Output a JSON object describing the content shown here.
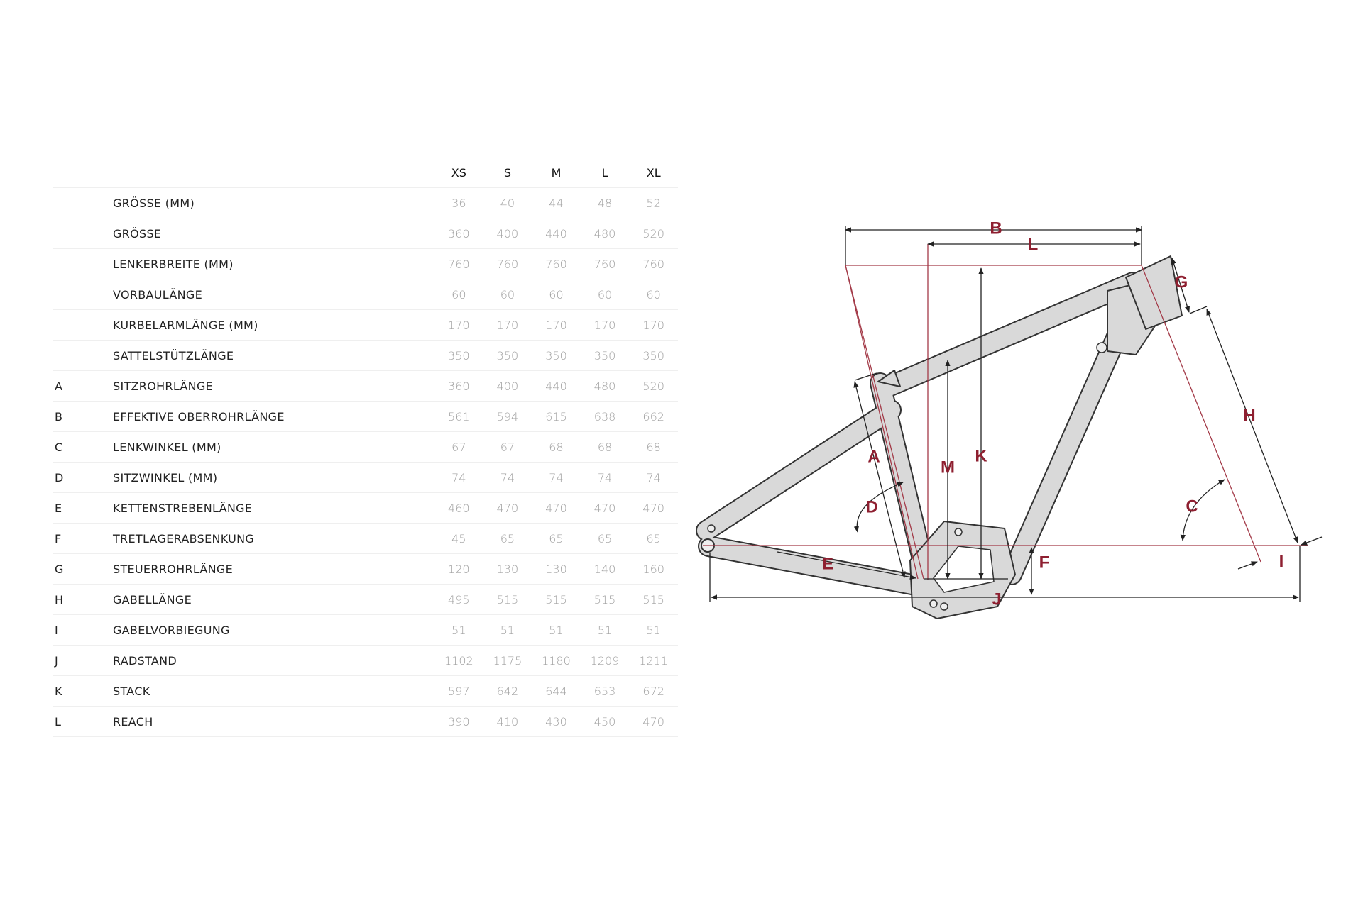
{
  "table": {
    "sizes": [
      "XS",
      "S",
      "M",
      "L",
      "XL"
    ],
    "rows": [
      {
        "letter": "",
        "label": "GRÖSSE (MM)",
        "values": [
          "36",
          "40",
          "44",
          "48",
          "52"
        ]
      },
      {
        "letter": "",
        "label": "GRÖSSE",
        "values": [
          "360",
          "400",
          "440",
          "480",
          "520"
        ]
      },
      {
        "letter": "",
        "label": "LENKERBREITE (MM)",
        "values": [
          "760",
          "760",
          "760",
          "760",
          "760"
        ]
      },
      {
        "letter": "",
        "label": "VORBAULÄNGE",
        "values": [
          "60",
          "60",
          "60",
          "60",
          "60"
        ]
      },
      {
        "letter": "",
        "label": "KURBELARMLÄNGE (MM)",
        "values": [
          "170",
          "170",
          "170",
          "170",
          "170"
        ]
      },
      {
        "letter": "",
        "label": "SATTELSTÜTZLÄNGE",
        "values": [
          "350",
          "350",
          "350",
          "350",
          "350"
        ]
      },
      {
        "letter": "A",
        "label": "SITZROHRLÄNGE",
        "values": [
          "360",
          "400",
          "440",
          "480",
          "520"
        ]
      },
      {
        "letter": "B",
        "label": "EFFEKTIVE OBERROHRLÄNGE",
        "values": [
          "561",
          "594",
          "615",
          "638",
          "662"
        ]
      },
      {
        "letter": "C",
        "label": "LENKWINKEL (MM)",
        "values": [
          "67",
          "67",
          "68",
          "68",
          "68"
        ]
      },
      {
        "letter": "D",
        "label": "SITZWINKEL (MM)",
        "values": [
          "74",
          "74",
          "74",
          "74",
          "74"
        ]
      },
      {
        "letter": "E",
        "label": "KETTENSTREBENLÄNGE",
        "values": [
          "460",
          "470",
          "470",
          "470",
          "470"
        ]
      },
      {
        "letter": "F",
        "label": "TRETLAGERABSENKUNG",
        "values": [
          "45",
          "65",
          "65",
          "65",
          "65"
        ]
      },
      {
        "letter": "G",
        "label": "STEUERROHRLÄNGE",
        "values": [
          "120",
          "130",
          "130",
          "140",
          "160"
        ]
      },
      {
        "letter": "H",
        "label": "GABELLÄNGE",
        "values": [
          "495",
          "515",
          "515",
          "515",
          "515"
        ]
      },
      {
        "letter": "I",
        "label": "GABELVORBIEGUNG",
        "values": [
          "51",
          "51",
          "51",
          "51",
          "51"
        ]
      },
      {
        "letter": "J",
        "label": "RADSTAND",
        "values": [
          "1102",
          "1175",
          "1180",
          "1209",
          "1211"
        ]
      },
      {
        "letter": "K",
        "label": "STACK",
        "values": [
          "597",
          "642",
          "644",
          "653",
          "672"
        ]
      },
      {
        "letter": "L",
        "label": "REACH",
        "values": [
          "390",
          "410",
          "430",
          "450",
          "470"
        ]
      }
    ]
  },
  "diagram": {
    "labels": {
      "A": "A",
      "B": "B",
      "C": "C",
      "D": "D",
      "E": "E",
      "F": "F",
      "G": "G",
      "H": "H",
      "I": "I",
      "J": "J",
      "K": "K",
      "L": "L",
      "M": "M"
    },
    "colors": {
      "label": "#8e1f30",
      "guide": "#a33a48",
      "frame": "#d9d9d9",
      "outline": "#333333"
    }
  }
}
